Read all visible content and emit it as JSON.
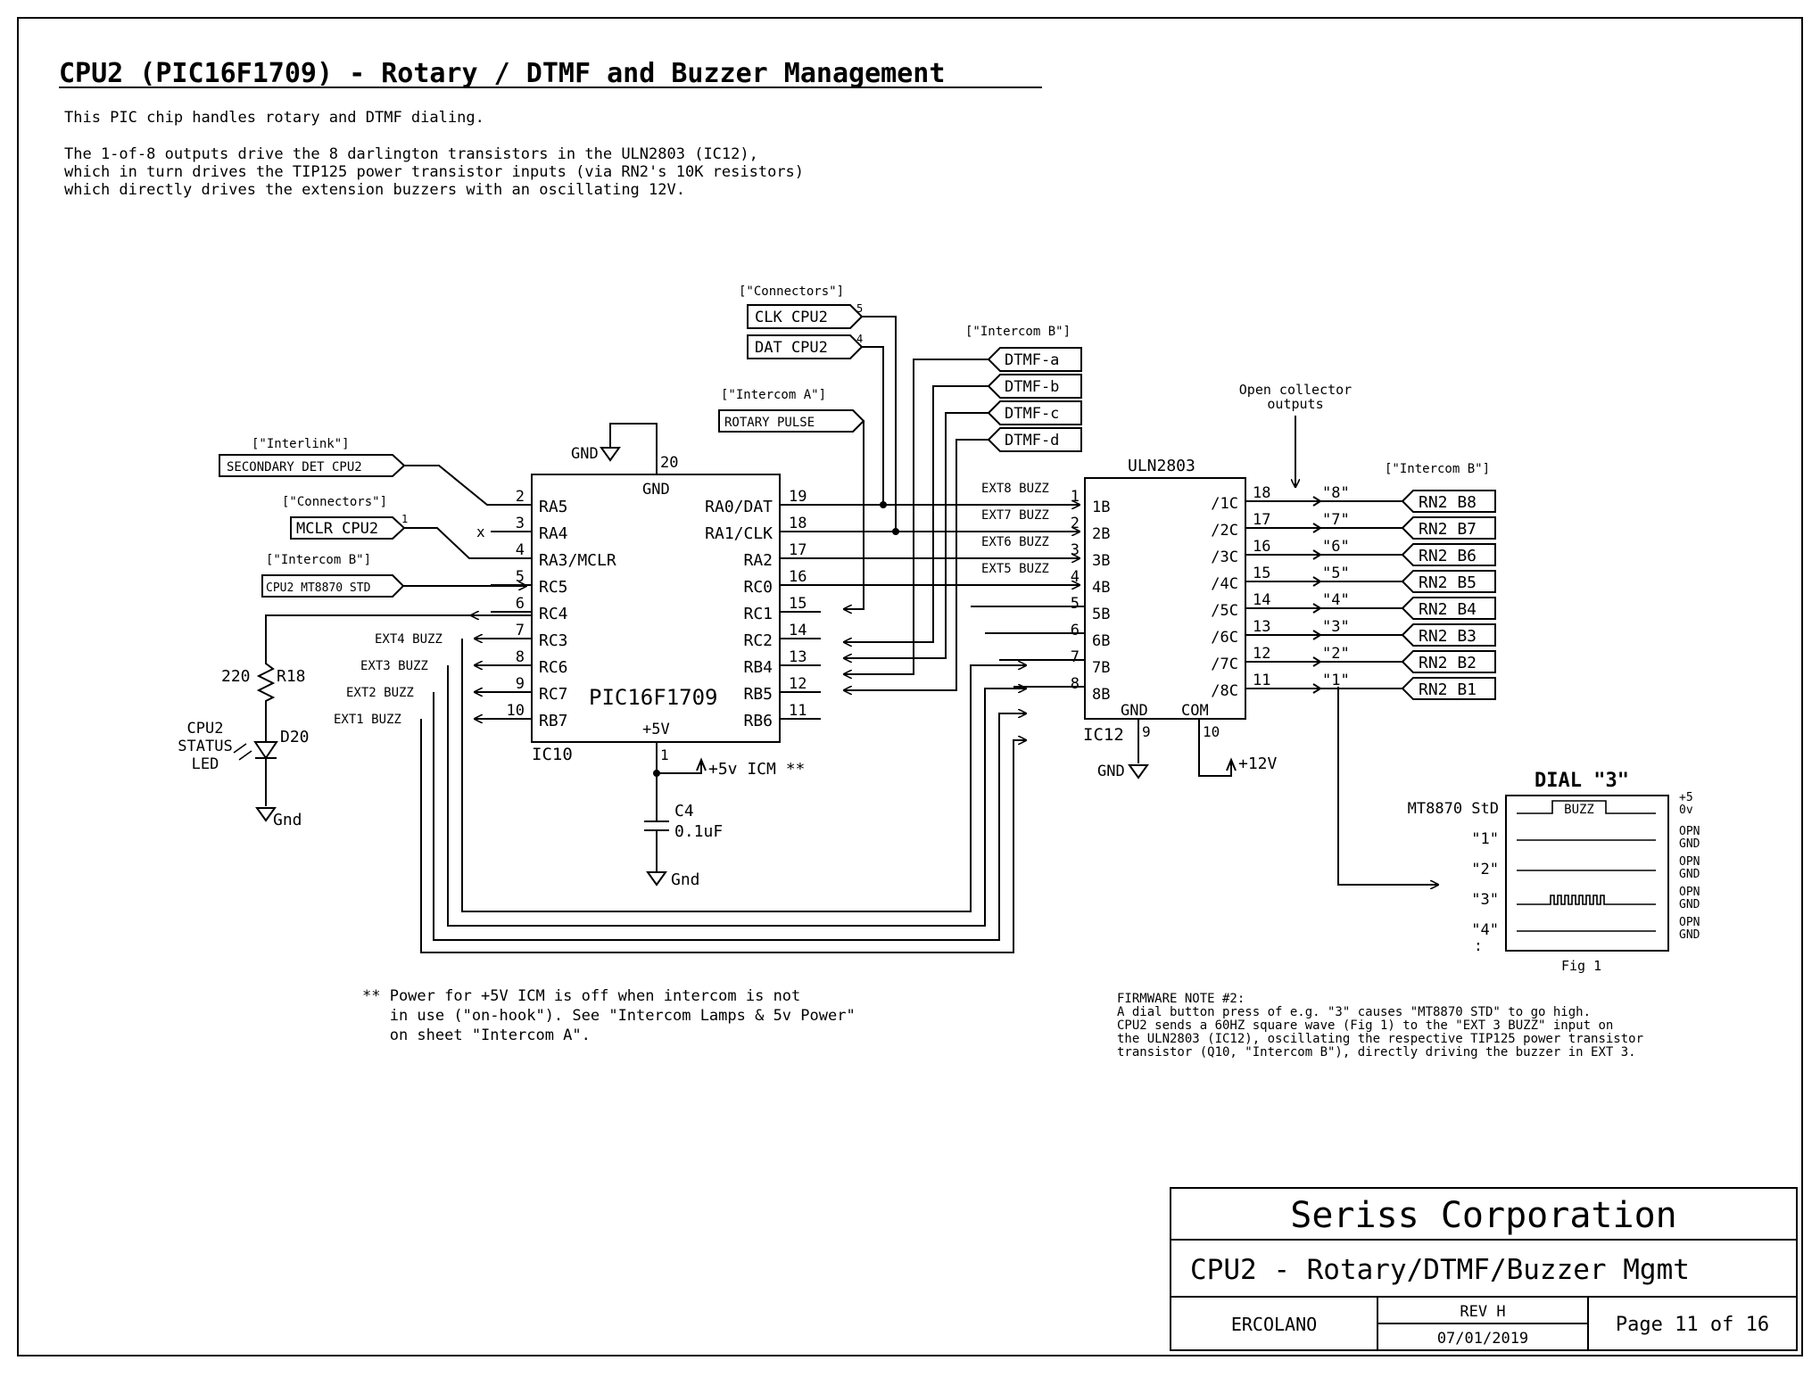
{
  "title": "CPU2 (PIC16F1709) - Rotary / DTMF and Buzzer Management",
  "description": [
    "This PIC chip handles rotary and DTMF dialing.",
    "",
    "The 1-of-8 outputs drive the 8 darlington transistors in the ULN2803 (IC12),",
    "which in turn drives the TIP125 power transistor inputs (via RN2's 10K resistors)",
    "which directly drives the extension buzzers with an oscillating 12V."
  ],
  "sheet_refs": {
    "connectors_top": "[\"Connectors\"]",
    "intercom_b_top": "[\"Intercom B\"]",
    "intercom_a": "[\"Intercom A\"]",
    "interlink": "[\"Interlink\"]",
    "connectors_left": "[\"Connectors\"]",
    "intercom_b_left": "[\"Intercom B\"]",
    "intercom_b_right": "[\"Intercom B\"]"
  },
  "top_connectors": [
    {
      "label": "CLK CPU2",
      "pin": "5"
    },
    {
      "label": "DAT CPU2",
      "pin": "4"
    }
  ],
  "dtmf_ports": [
    "DTMF-a",
    "DTMF-b",
    "DTMF-c",
    "DTMF-d"
  ],
  "rotary_pulse": "ROTARY PULSE",
  "left_ports": {
    "secondary_det": "SECONDARY DET CPU2",
    "mclr": "MCLR CPU2",
    "mclr_pin": "1",
    "mt8870": "CPU2 MT8870 STD"
  },
  "pic": {
    "name": "PIC16F1709",
    "ref": "IC10",
    "gnd_label": "GND",
    "gnd_pin": "20",
    "vcc_label": "+5V",
    "vcc_pin": "1",
    "gnd_symbol": "GND",
    "left_pins": [
      {
        "num": "2",
        "name": "RA5"
      },
      {
        "num": "3",
        "name": "RA4"
      },
      {
        "num": "4",
        "name": "RA3/MCLR"
      },
      {
        "num": "5",
        "name": "RC5"
      },
      {
        "num": "6",
        "name": "RC4"
      },
      {
        "num": "7",
        "name": "RC3"
      },
      {
        "num": "8",
        "name": "RC6"
      },
      {
        "num": "9",
        "name": "RC7"
      },
      {
        "num": "10",
        "name": "RB7"
      }
    ],
    "right_pins": [
      {
        "num": "19",
        "name": "RA0/DAT"
      },
      {
        "num": "18",
        "name": "RA1/CLK"
      },
      {
        "num": "17",
        "name": "RA2"
      },
      {
        "num": "16",
        "name": "RC0"
      },
      {
        "num": "15",
        "name": "RC1"
      },
      {
        "num": "14",
        "name": "RC2"
      },
      {
        "num": "13",
        "name": "RB4"
      },
      {
        "num": "12",
        "name": "RB5"
      },
      {
        "num": "11",
        "name": "RB6"
      }
    ],
    "nc_mark": "x"
  },
  "power_5v": "+5v ICM **",
  "cap": {
    "ref": "C4",
    "value": "0.1uF",
    "gnd": "Gnd"
  },
  "led": {
    "resistor_value": "220",
    "resistor_ref": "R18",
    "diode_ref": "D20",
    "label": [
      "CPU2",
      "STATUS",
      "LED"
    ],
    "gnd": "Gnd"
  },
  "buzz_nets_left": [
    "EXT4 BUZZ",
    "EXT3 BUZZ",
    "EXT2 BUZZ",
    "EXT1 BUZZ"
  ],
  "buzz_nets_mid": [
    "EXT8 BUZZ",
    "EXT7 BUZZ",
    "EXT6 BUZZ",
    "EXT5 BUZZ"
  ],
  "uln": {
    "name": "ULN2803",
    "ref": "IC12",
    "gnd_label": "GND",
    "com_label": "COM",
    "gnd_pin": "9",
    "com_pin": "10",
    "gnd_symbol": "GND",
    "vpp": "+12V",
    "left_pins": [
      {
        "num": "1",
        "name": "1B"
      },
      {
        "num": "2",
        "name": "2B"
      },
      {
        "num": "3",
        "name": "3B"
      },
      {
        "num": "4",
        "name": "4B"
      },
      {
        "num": "5",
        "name": "5B"
      },
      {
        "num": "6",
        "name": "6B"
      },
      {
        "num": "7",
        "name": "7B"
      },
      {
        "num": "8",
        "name": "8B"
      }
    ],
    "right_pins": [
      {
        "num": "18",
        "name": "/1C"
      },
      {
        "num": "17",
        "name": "/2C"
      },
      {
        "num": "16",
        "name": "/3C"
      },
      {
        "num": "15",
        "name": "/4C"
      },
      {
        "num": "14",
        "name": "/5C"
      },
      {
        "num": "13",
        "name": "/6C"
      },
      {
        "num": "12",
        "name": "/7C"
      },
      {
        "num": "11",
        "name": "/8C"
      }
    ]
  },
  "open_collector": [
    "Open collector",
    "outputs"
  ],
  "output_quotes": [
    "\"8\"",
    "\"7\"",
    "\"6\"",
    "\"5\"",
    "\"4\"",
    "\"3\"",
    "\"2\"",
    "\"1\""
  ],
  "rn2_ports": [
    "RN2 B8",
    "RN2 B7",
    "RN2 B6",
    "RN2 B5",
    "RN2 B4",
    "RN2 B3",
    "RN2 B2",
    "RN2 B1"
  ],
  "dial_figure": {
    "title": "DIAL \"3\"",
    "row_labels": [
      "MT8870 StD",
      "\"1\"",
      "\"2\"",
      "\"3\"",
      "\"4\"",
      ":"
    ],
    "buzz_label": "BUZZ",
    "levels_first": [
      "+5",
      "0v"
    ],
    "levels": [
      "OPN",
      "GND"
    ],
    "caption": "Fig 1"
  },
  "power_note": [
    "** Power for +5V ICM is off when intercom is not",
    "   in use (\"on-hook\"). See \"Intercom Lamps & 5v Power\"",
    "   on sheet \"Intercom A\"."
  ],
  "firmware_note": [
    "FIRMWARE NOTE #2:",
    "A dial button press of e.g. \"3\" causes \"MT8870 STD\" to go high.",
    "CPU2 sends a 60HZ square wave (Fig 1) to the \"EXT 3 BUZZ\" input on",
    "the ULN2803 (IC12), oscillating the respective TIP125 power transistor",
    "transistor (Q10, \"Intercom B\"), directly driving the buzzer in EXT 3."
  ],
  "title_block": {
    "company": "Seriss Corporation",
    "sheet_title": "CPU2 - Rotary/DTMF/Buzzer Mgmt",
    "author": "ERCOLANO",
    "rev": "REV H",
    "date": "07/01/2019",
    "page": "Page 11 of 16"
  }
}
